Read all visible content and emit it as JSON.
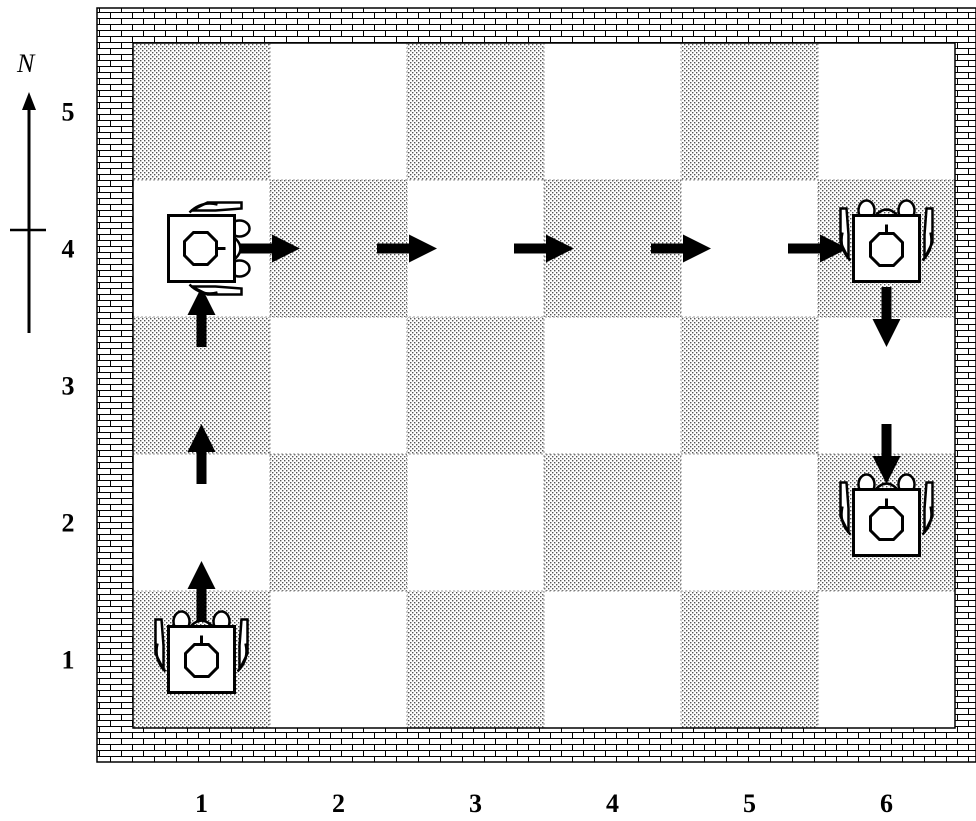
{
  "grid": {
    "columns": [
      "1",
      "2",
      "3",
      "4",
      "5",
      "6"
    ],
    "rows": [
      "5",
      "4",
      "3",
      "2",
      "1"
    ]
  },
  "compass": {
    "label": "N",
    "icon": "north-arrow-icon"
  },
  "colors": {
    "ink": "#000000",
    "light_cell": "#ffffff",
    "shaded_cell": "#d6d6d6",
    "brick": "#ffffff"
  },
  "robots": [
    {
      "name": "robot-start",
      "col": 1,
      "row": 1,
      "heading": "north"
    },
    {
      "name": "robot-turn-east",
      "col": 1,
      "row": 4,
      "heading": "east"
    },
    {
      "name": "robot-turn-south",
      "col": 6,
      "row": 4,
      "heading": "north"
    },
    {
      "name": "robot-end",
      "col": 6,
      "row": 2,
      "heading": "north"
    }
  ],
  "moves": [
    {
      "from": [
        1,
        1
      ],
      "to": [
        1,
        2
      ],
      "direction": "north"
    },
    {
      "from": [
        1,
        2
      ],
      "to": [
        1,
        3
      ],
      "direction": "north"
    },
    {
      "from": [
        1,
        3
      ],
      "to": [
        1,
        4
      ],
      "direction": "north"
    },
    {
      "from": [
        1,
        4
      ],
      "to": [
        2,
        4
      ],
      "direction": "east"
    },
    {
      "from": [
        2,
        4
      ],
      "to": [
        3,
        4
      ],
      "direction": "east"
    },
    {
      "from": [
        3,
        4
      ],
      "to": [
        4,
        4
      ],
      "direction": "east"
    },
    {
      "from": [
        4,
        4
      ],
      "to": [
        5,
        4
      ],
      "direction": "east"
    },
    {
      "from": [
        5,
        4
      ],
      "to": [
        6,
        4
      ],
      "direction": "east"
    },
    {
      "from": [
        6,
        4
      ],
      "to": [
        6,
        3
      ],
      "direction": "south"
    },
    {
      "from": [
        6,
        3
      ],
      "to": [
        6,
        2
      ],
      "direction": "south"
    }
  ]
}
